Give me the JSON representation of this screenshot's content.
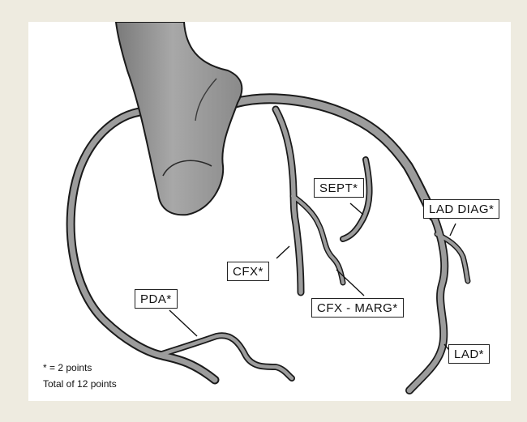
{
  "labels": {
    "sept": "SEPT*",
    "lad_diag": "LAD DIAG*",
    "cfx": "CFX*",
    "cfx_marg": "CFX - MARG*",
    "pda": "PDA*",
    "lad": "LAD*"
  },
  "footnote": {
    "line1": "* = 2 points",
    "line2": "Total of 12 points"
  },
  "colors": {
    "background": "#eeebe0",
    "panel": "#ffffff",
    "vessel_fill": "#9a9a9a",
    "vessel_outline": "#1a1a1a"
  }
}
